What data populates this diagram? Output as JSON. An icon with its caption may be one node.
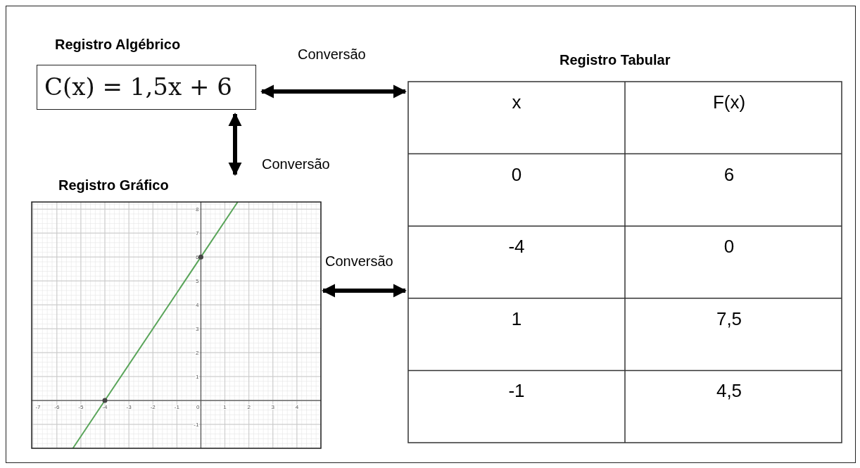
{
  "diagram": {
    "nodes": [
      {
        "text": [
          "Registro Algébrico",
          "C(x) = 1,5x + 6"
        ]
      },
      {
        "text": [
          "Registro Gráfico"
        ]
      },
      {
        "text": [
          "Registro Tabular"
        ]
      }
    ],
    "edges": [
      {
        "from": 0,
        "to": 2,
        "arrow": "both",
        "label": "Conversão"
      },
      {
        "from": 0,
        "to": 1,
        "arrow": "both",
        "label": "Conversão"
      },
      {
        "from": 1,
        "to": 2,
        "arrow": "both",
        "label": "Conversão"
      }
    ],
    "labels": [
      "x",
      "F(x)",
      "0",
      "6",
      "-4",
      "0",
      "1",
      "7,5",
      "-1",
      "4,5"
    ],
    "chart_data": {
      "type": "line",
      "grid": true,
      "x": [
        -5.333,
        -4,
        0,
        1.533
      ],
      "series": [
        {
          "color": "#5aa55a",
          "marker": "o",
          "values": [
            -2,
            0,
            6,
            8.3
          ]
        }
      ],
      "xlim": [
        -7,
        5
      ],
      "ylim": [
        -2,
        8.3
      ],
      "xticks": [
        -7,
        -6,
        -5,
        -4,
        -3,
        -2,
        -1,
        0,
        1,
        2,
        3,
        4
      ],
      "yticks": [
        -1,
        1,
        2,
        3,
        4,
        5,
        6,
        7,
        8
      ]
    }
  }
}
